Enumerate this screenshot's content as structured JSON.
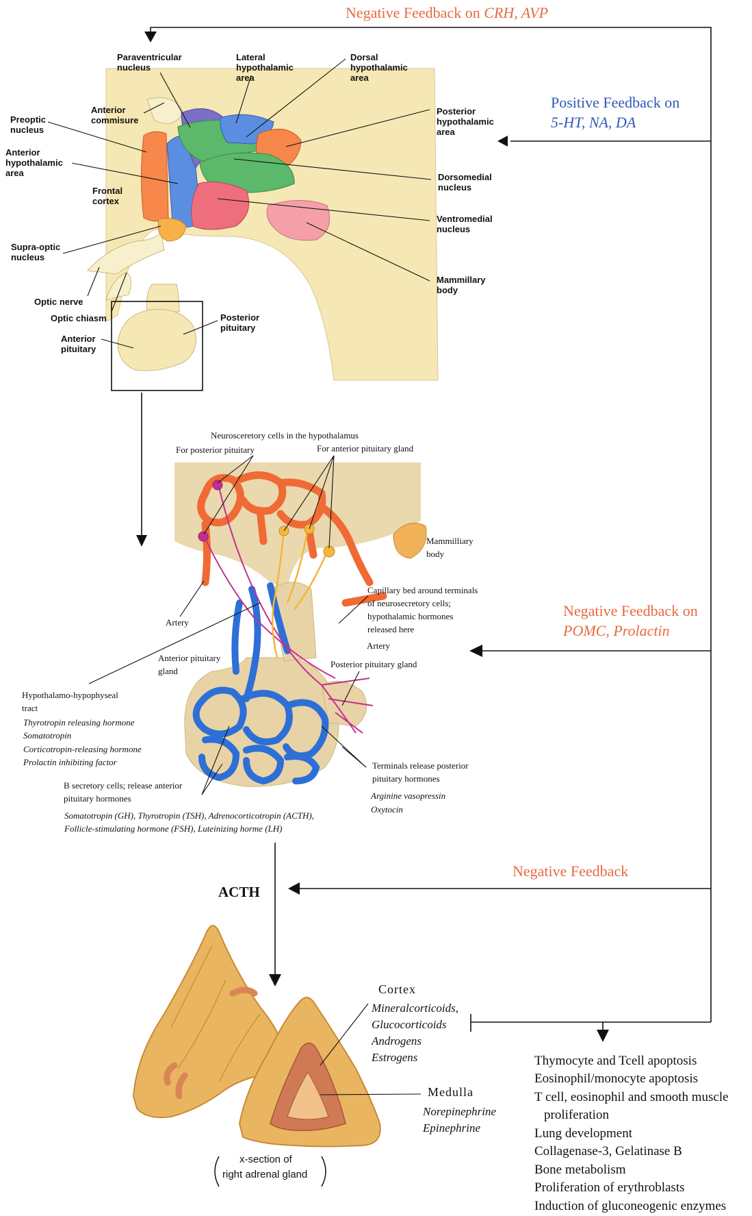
{
  "feedback": {
    "top_prefix": "Negative Feedback on ",
    "top_targets": "CRH, AVP",
    "positive_line1": "Positive Feedback on",
    "positive_line2": "5-HT, NA, DA",
    "pomc_line1": "Negative Feedback on",
    "pomc_line2": "POMC, Prolactin",
    "acth_feedback": "Negative Feedback"
  },
  "hypothalamus": {
    "labels": {
      "paraventricular": "Paraventricular\nnucleus",
      "lateral": "Lateral\nhypothalamic\narea",
      "dorsal": "Dorsal\nhypothalamic\narea",
      "preoptic": "Preoptic\nnucleus",
      "anterior_commisure": "Anterior\ncommisure",
      "posterior": "Posterior\nhypothalamic\narea",
      "anterior_area": "Anterior\nhypothalamic\narea",
      "dorsomedial": "Dorsomedial\nnucleus",
      "frontal_cortex": "Frontal\ncortex",
      "ventromedial": "Ventromedial\nnucleus",
      "supraoptic": "Supra-optic\nnucleus",
      "mammillary": "Mammillary\nbody",
      "optic_nerve": "Optic nerve",
      "optic_chiasm": "Optic chiasm",
      "posterior_pituitary": "Posterior\npituitary",
      "anterior_pituitary": "Anterior\npituitary"
    },
    "colors": {
      "tissue": "#f6e8b4",
      "orange": "#f7874a",
      "blue": "#5b8ee0",
      "green": "#5cb86a",
      "pink": "#ee6e7e",
      "purple": "#7a70c8",
      "light_pink": "#f5a0a8"
    }
  },
  "pituitary": {
    "neurosecretory": "Neurosceretory cells in the hypothalamus",
    "for_posterior": "For posterior pituitary",
    "for_anterior": "For anterior pituitary gland",
    "mammilliary_body": "Mammilliary\nbody",
    "capillary_bed": "Capillary bed around terminals\nof neurosecretory cells;\nhypothalamic hormones\nreleased here",
    "artery_left": "Artery",
    "artery_right": "Artery",
    "anterior_gland": "Anterior pituitary\ngland",
    "posterior_gland": "Posterior pituitary gland",
    "tract": "Hypothalamo-hypophyseal\ntract",
    "tract_hormones": [
      "Thyrotropin releasing hormone",
      "Somatotropin",
      "Corticotropin-releasing hormone",
      "Prolactin inhibiting factor"
    ],
    "terminals": "Terminals release posterior\npituitary hormones",
    "terminal_hormones": [
      "Arginine vasopressin",
      "Oxytocin"
    ],
    "b_cells": "B secretory cells; release anterior\npituitary hormones",
    "anterior_hormones": [
      "Somatotropin (GH), Thyrotropin (TSH), Adrenocorticotropin (ACTH),",
      "Follicle-stimulating hormone (FSH), Luteinizing horme (LH)"
    ],
    "colors": {
      "tissue": "#e8d3a6",
      "vessel_red": "#f06a35",
      "vessel_blue": "#2d6fd6",
      "nerve": "#c2308f"
    }
  },
  "acth_label": "ACTH",
  "adrenal": {
    "cortex_title": "Cortex",
    "cortex_items": [
      "Mineralcorticoids,",
      "Glucocorticoids",
      "Androgens",
      "Estrogens"
    ],
    "medulla_title": "Medulla",
    "medulla_items": [
      "Norepinephrine",
      "Epinephrine"
    ],
    "caption_line1": "x-section of",
    "caption_line2": "right adrenal gland",
    "colors": {
      "gland": "#e9b560",
      "gland_dark": "#c98935",
      "core": "#d07a55"
    }
  },
  "effects": [
    "Thymocyte and Tcell apoptosis",
    "Eosinophil/monocyte apoptosis",
    "T cell, eosinophil and smooth muscle",
    "proliferation",
    "Lung development",
    "Collagenase-3, Gelatinase B",
    "Bone metabolism",
    "Proliferation of erythroblasts",
    "Induction of gluconeogenic enzymes"
  ]
}
